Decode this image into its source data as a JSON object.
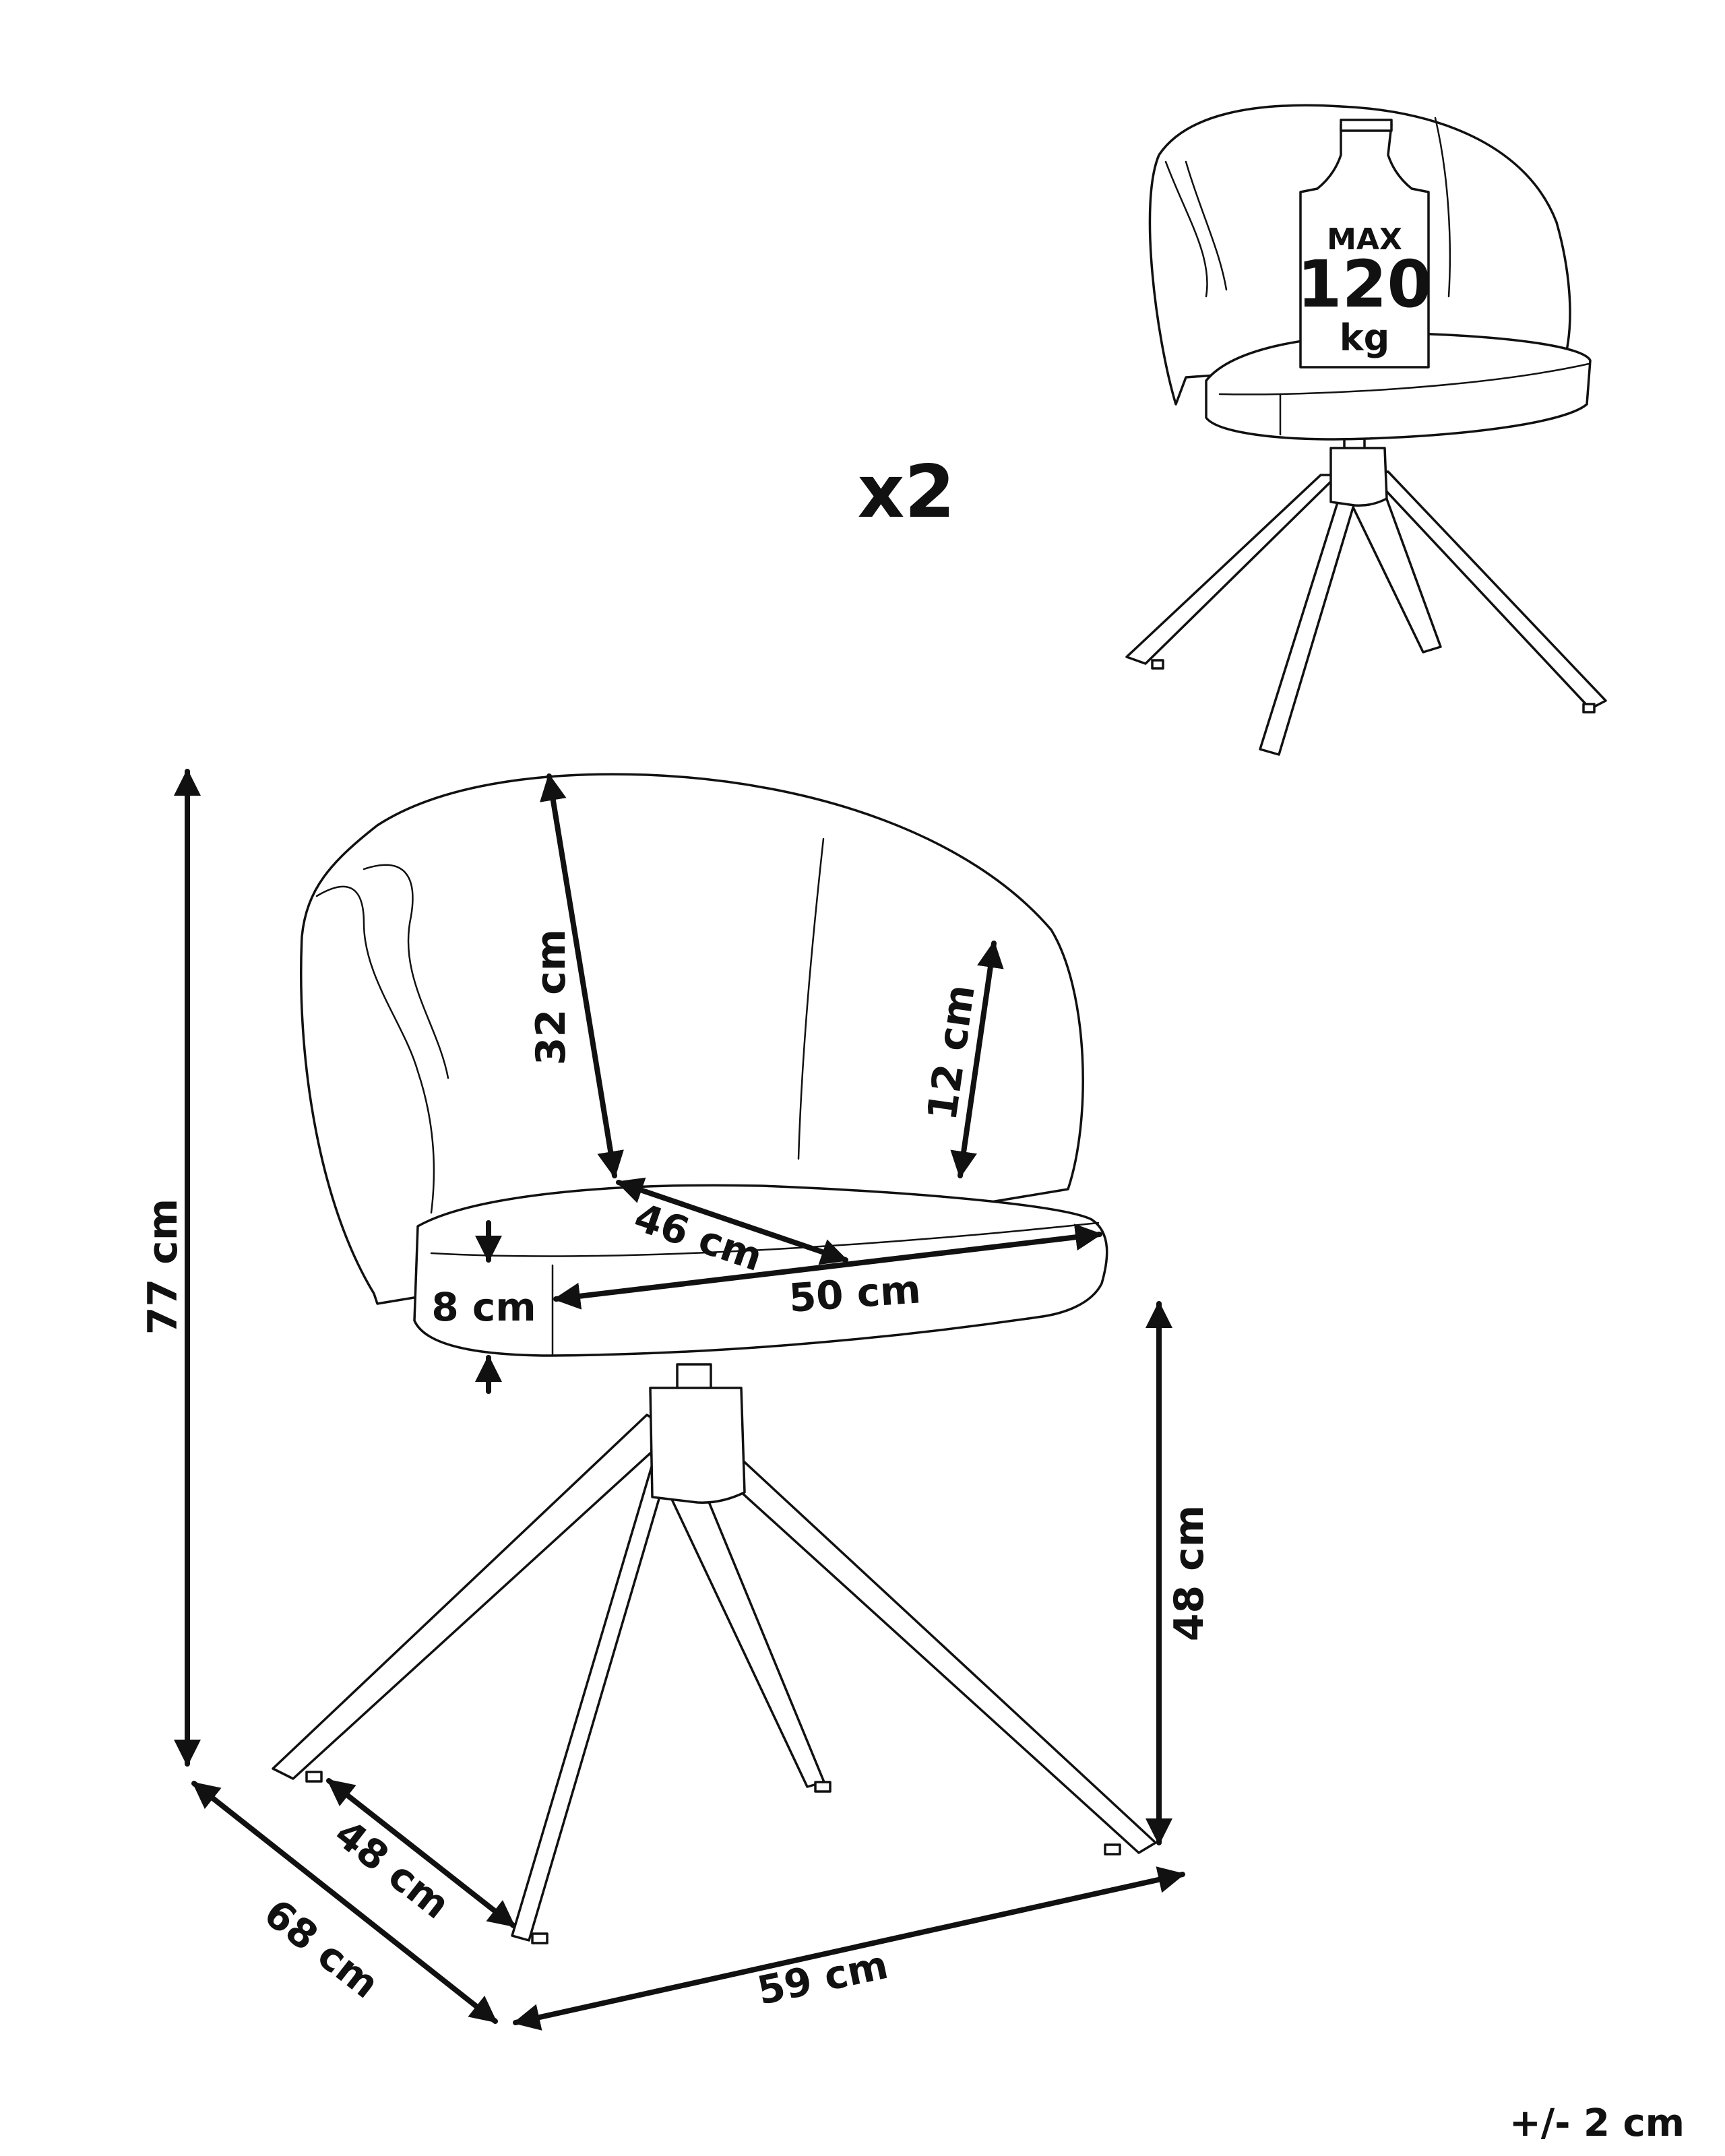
{
  "quantity": "x2",
  "max_load": {
    "line1": "MAX",
    "line2": "120",
    "line3": "kg"
  },
  "dimensions": {
    "total_height": "77 cm",
    "backrest_height": "32 cm",
    "armrest_height": "12 cm",
    "seat_depth": "46 cm",
    "seat_width": "50 cm",
    "seat_thickness": "8 cm",
    "seat_height": "48 cm",
    "leg_span": "48 cm",
    "depth": "68 cm",
    "width": "59 cm"
  },
  "tolerance": "+/- 2 cm"
}
